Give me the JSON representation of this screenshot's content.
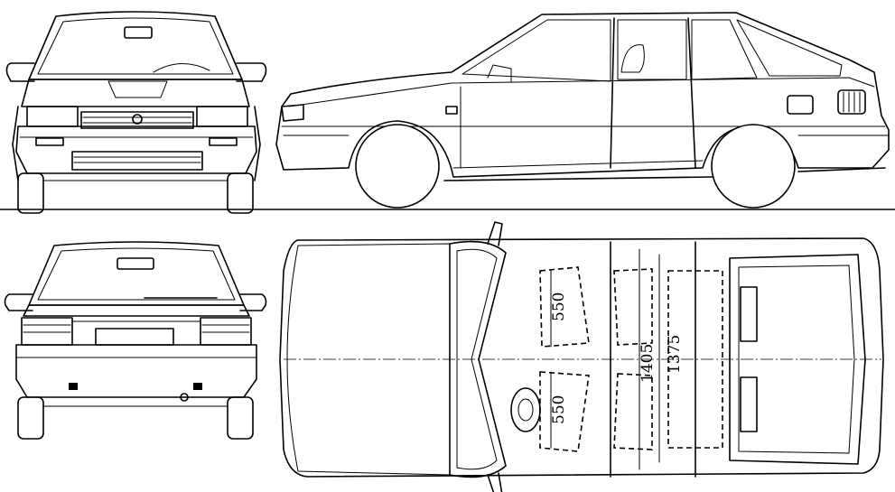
{
  "drawing": {
    "views": [
      "front",
      "side",
      "rear",
      "top"
    ],
    "dimensions": {
      "seat_width_upper": "550",
      "seat_width_lower": "550",
      "interior_width_a": "1405",
      "interior_width_b": "1375"
    }
  }
}
